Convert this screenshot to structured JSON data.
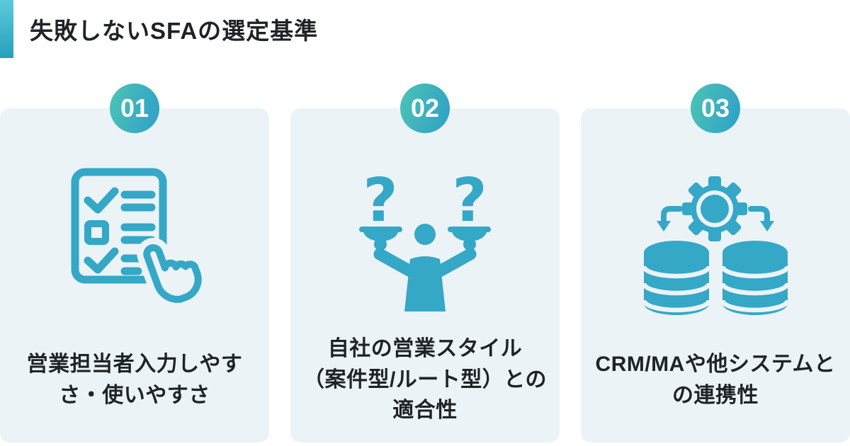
{
  "header": {
    "title": "失敗しないSFAの選定基準"
  },
  "colors": {
    "accent_teal": "#35A7C7",
    "bar_gradient_top": "#5ACBDA",
    "bar_gradient_bottom": "#27A0BD",
    "badge_gradient_start": "#4CC4B4",
    "badge_gradient_end": "#2EA0C8",
    "card_bg": "#EBF3F6",
    "text_dark": "#1E2326",
    "badge_text": "#FFFFFF",
    "page_bg": "#FFFFFF"
  },
  "cards": [
    {
      "number": "01",
      "icon": "checklist-with-hand-icon",
      "label": "営業担当者入力しやす\nさ・使いやすさ"
    },
    {
      "number": "02",
      "icon": "decision-scales-icon",
      "label": "自社の営業スタイル\n（案件型/ルート型）との\n適合性"
    },
    {
      "number": "03",
      "icon": "system-integration-icon",
      "label": "CRM/MAや他システムと\nの連携性"
    }
  ]
}
